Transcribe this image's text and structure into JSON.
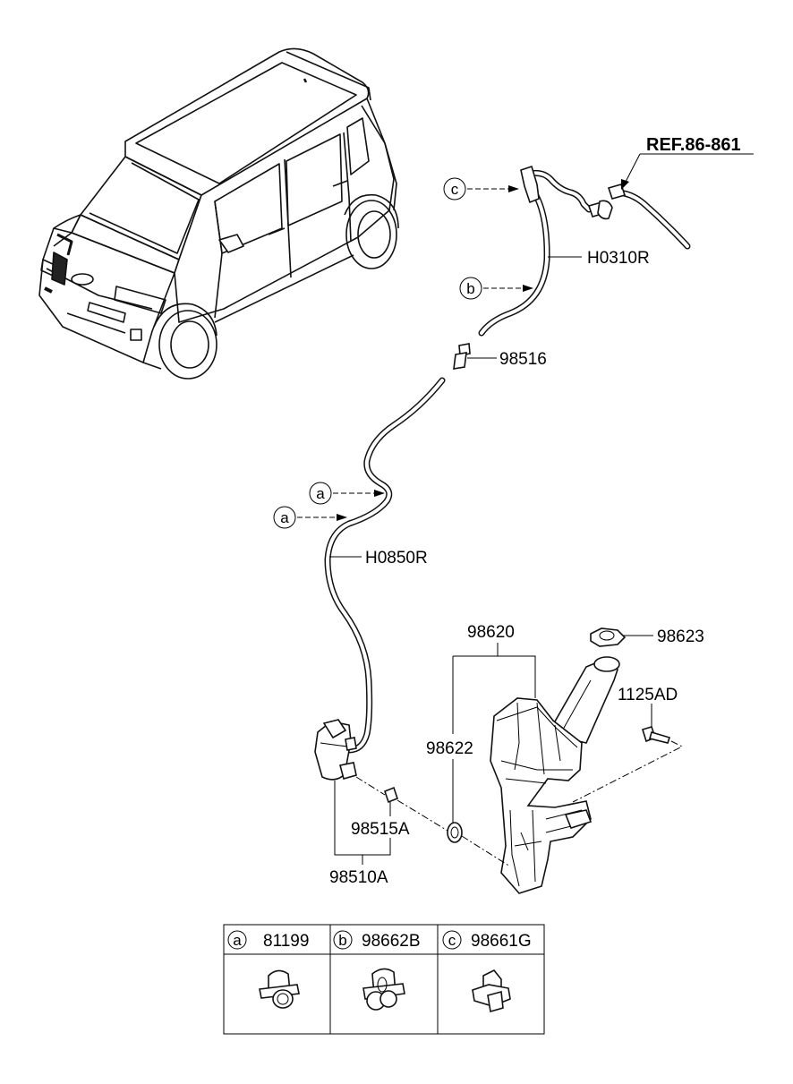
{
  "labels": {
    "ref": "REF.86-861",
    "h0310r": "H0310R",
    "p98516": "98516",
    "h0850r": "H0850R",
    "p98620": "98620",
    "p98623": "98623",
    "p1125ad": "1125AD",
    "p98622": "98622",
    "p98515a": "98515A",
    "p98510a": "98510A"
  },
  "callouts": {
    "c": "c",
    "b": "b",
    "a": "a"
  },
  "legend": [
    {
      "letter": "a",
      "part": "81199"
    },
    {
      "letter": "b",
      "part": "98662B"
    },
    {
      "letter": "c",
      "part": "98661G"
    }
  ]
}
